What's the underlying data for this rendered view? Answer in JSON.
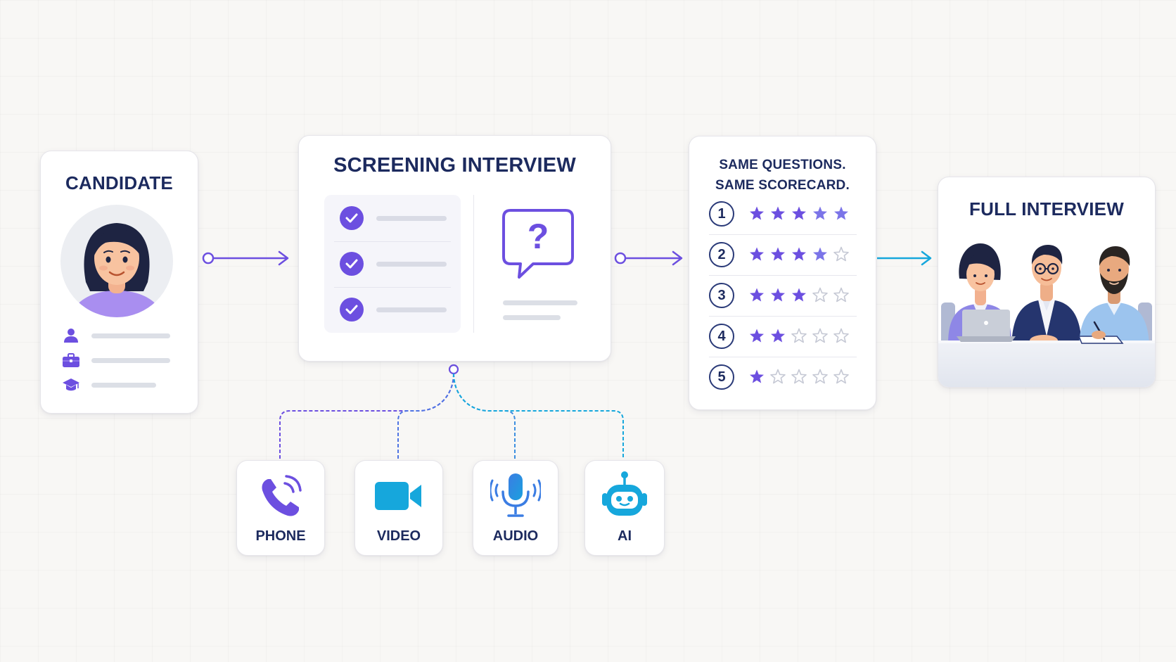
{
  "candidate": {
    "title": "CANDIDATE",
    "icons": [
      "person-icon",
      "briefcase-icon",
      "graduation-cap-icon"
    ]
  },
  "screening": {
    "title": "SCREENING INTERVIEW",
    "checklist_items": 3,
    "question_mark": "?"
  },
  "scorecard": {
    "title_line1": "SAME QUESTIONS.",
    "title_line2": "SAME SCORECARD.",
    "rows": [
      {
        "num": "1",
        "stars": 5
      },
      {
        "num": "2",
        "stars": 4
      },
      {
        "num": "3",
        "stars": 3
      },
      {
        "num": "4",
        "stars": 2
      },
      {
        "num": "5",
        "stars": 1
      }
    ],
    "max_stars": 5
  },
  "full_interview": {
    "title": "FULL INTERVIEW"
  },
  "channels": [
    {
      "label": "PHONE",
      "icon": "phone-icon"
    },
    {
      "label": "VIDEO",
      "icon": "video-camera-icon"
    },
    {
      "label": "AUDIO",
      "icon": "microphone-icon"
    },
    {
      "label": "AI",
      "icon": "robot-icon"
    }
  ],
  "colors": {
    "primary": "#6c4fe0",
    "navy": "#1c2a5e",
    "cyan": "#16a7dc",
    "star_empty": "#c5c8d4"
  }
}
